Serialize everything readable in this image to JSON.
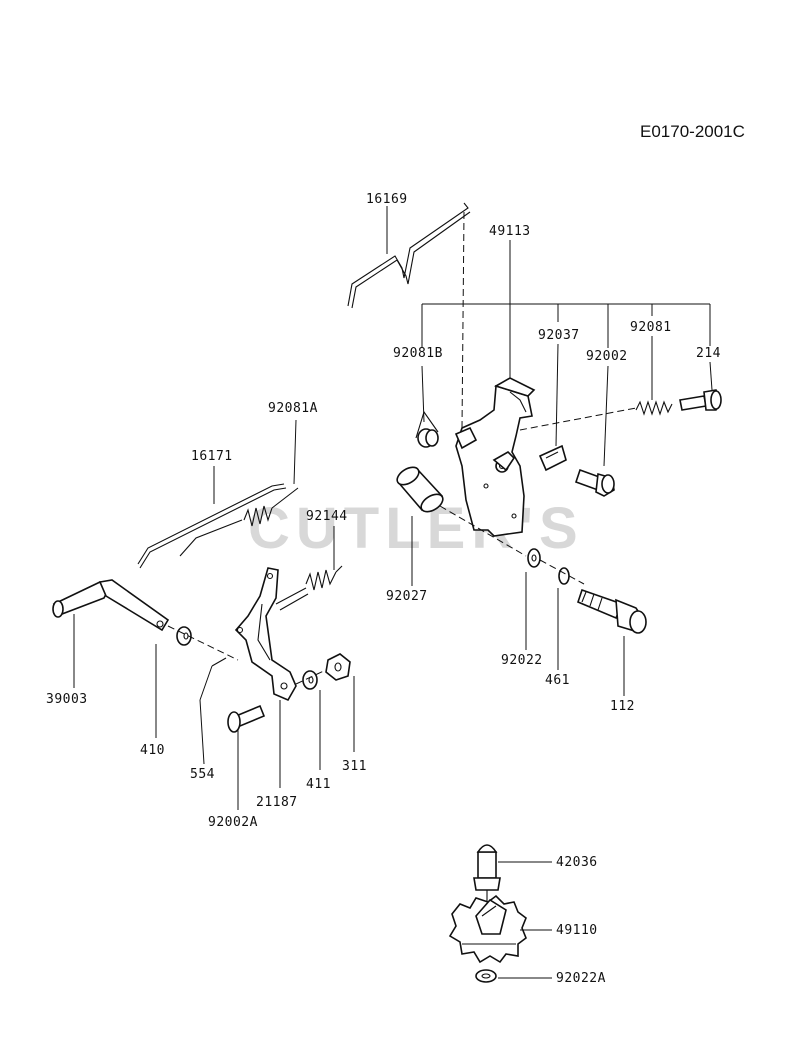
{
  "diagram_code": "E0170-2001C",
  "watermark": "CUTLER'S",
  "part_labels": {
    "p16169": "16169",
    "p49113": "49113",
    "p92037": "92037",
    "p92081": "92081",
    "p92081B": "92081B",
    "p92002": "92002",
    "p214": "214",
    "p92081A": "92081A",
    "p16171": "16171",
    "p92144": "92144",
    "p92027": "92027",
    "p92022": "92022",
    "p461": "461",
    "p112": "112",
    "p39003": "39003",
    "p410": "410",
    "p554": "554",
    "p21187": "21187",
    "p411": "411",
    "p311": "311",
    "p92002A": "92002A",
    "p42036": "42036",
    "p49110": "49110",
    "p92022A": "92022A"
  }
}
